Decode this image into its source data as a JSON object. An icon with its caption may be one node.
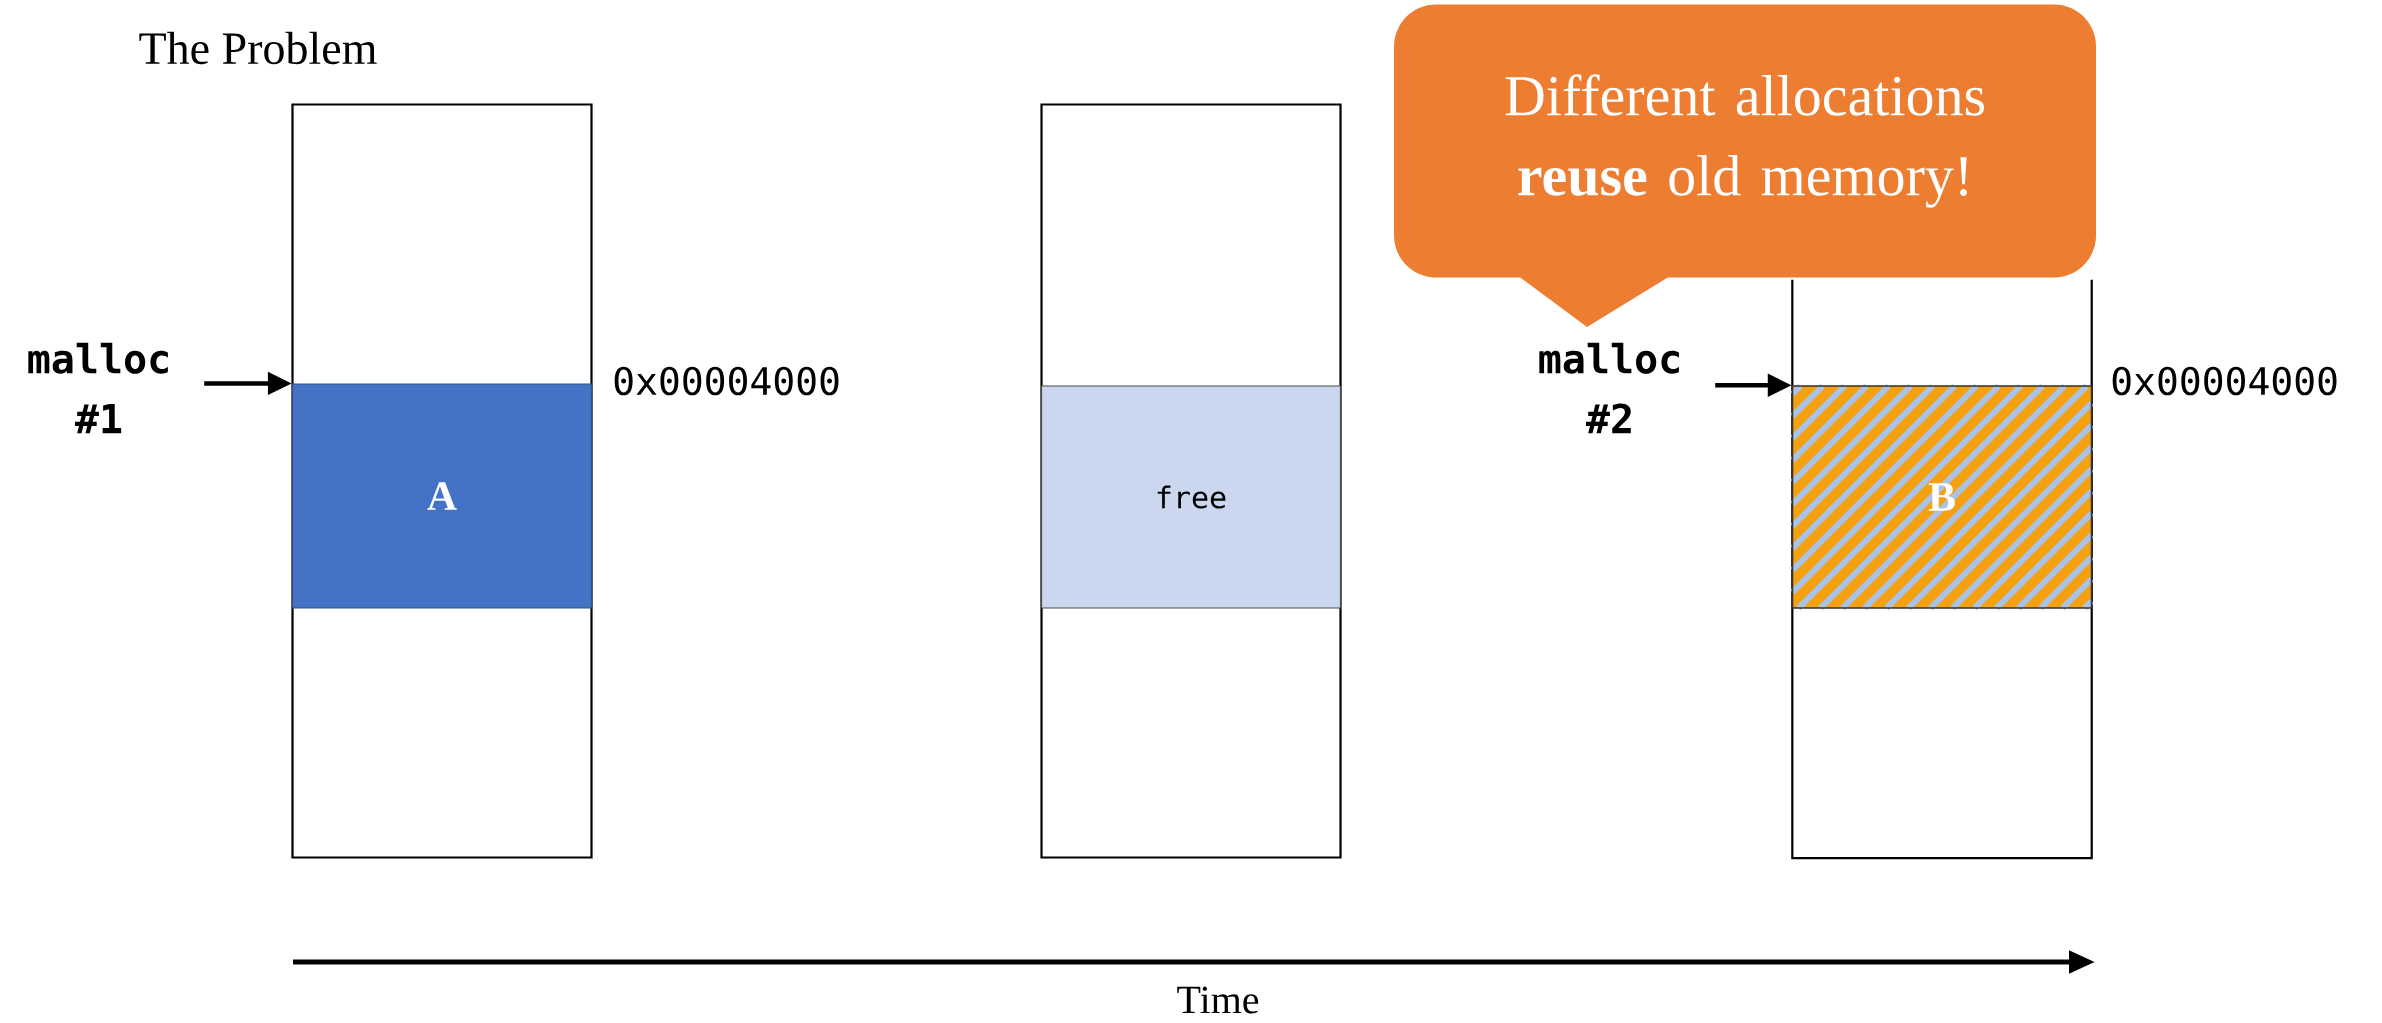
{
  "diagram": {
    "title": "The Problem",
    "nodes": [
      {
        "text": [],
        "shape": "box"
      },
      {
        "text": [
          "A"
        ],
        "in": 0
      },
      {
        "text": [
          "malloc #1"
        ]
      },
      {
        "text": [],
        "shape": "box"
      },
      {
        "text": [
          "free"
        ],
        "in": 3
      },
      {
        "text": [],
        "shape": "box"
      },
      {
        "text": [
          "B"
        ],
        "in": 5
      },
      {
        "text": [
          "malloc #2"
        ]
      },
      {
        "text": [
          "Different allocations **reuse** old memory!"
        ]
      }
    ],
    "edges": [
      {
        "from": 2,
        "to": 1,
        "arrow": "to"
      },
      {
        "from": 7,
        "to": 6,
        "arrow": "to"
      }
    ],
    "labels": [
      "0x00004000",
      "0x00004000",
      "Time"
    ]
  }
}
